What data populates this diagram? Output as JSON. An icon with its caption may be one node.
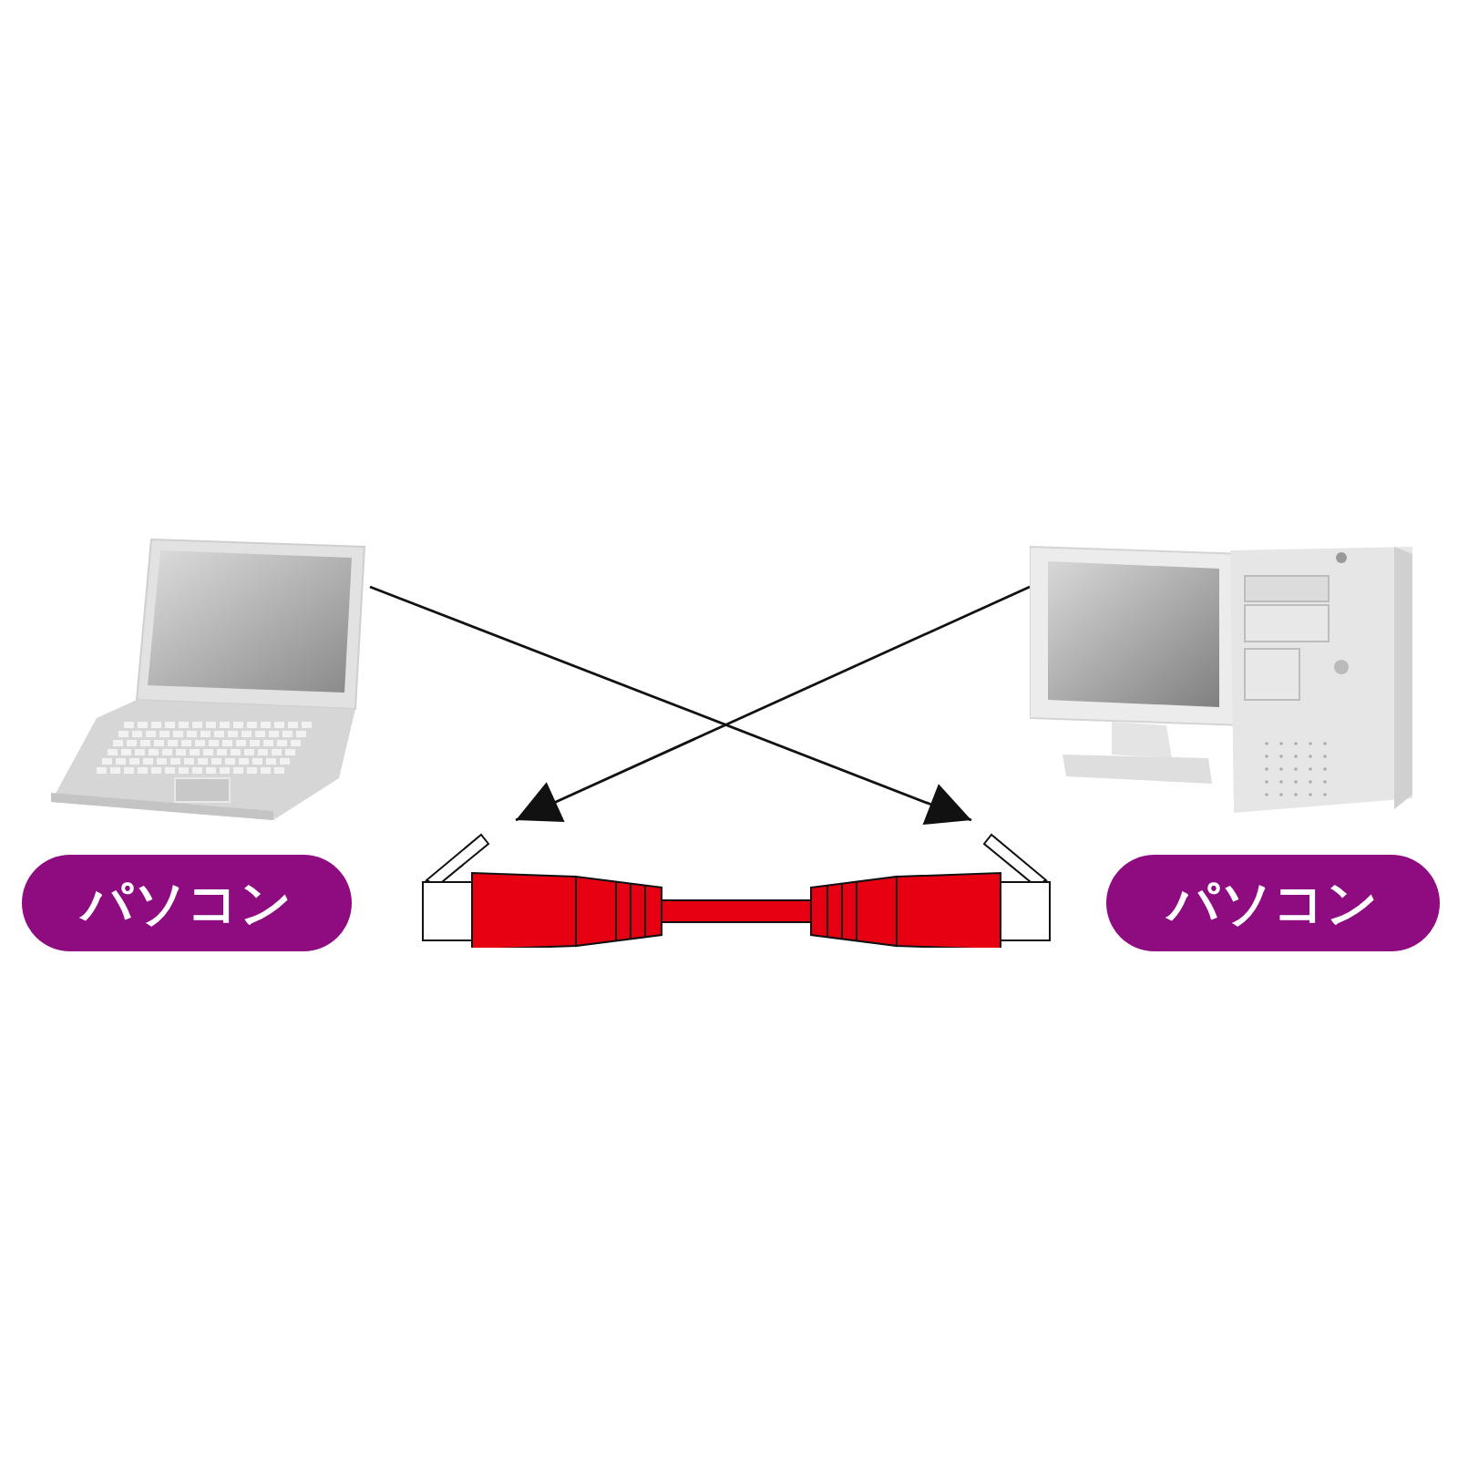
{
  "diagram": {
    "nodes": [
      {
        "text": [],
        "shape": "picture"
      },
      {
        "text": [
          "パソコン"
        ]
      },
      {
        "text": [],
        "shape": "picture"
      },
      {
        "text": [
          "パソコン"
        ]
      },
      {
        "text": [],
        "shape": "picture"
      }
    ],
    "edges": [
      {
        "from": 0,
        "to": 4,
        "arrow": "to"
      },
      {
        "from": 2,
        "to": 4,
        "arrow": "to"
      }
    ]
  }
}
